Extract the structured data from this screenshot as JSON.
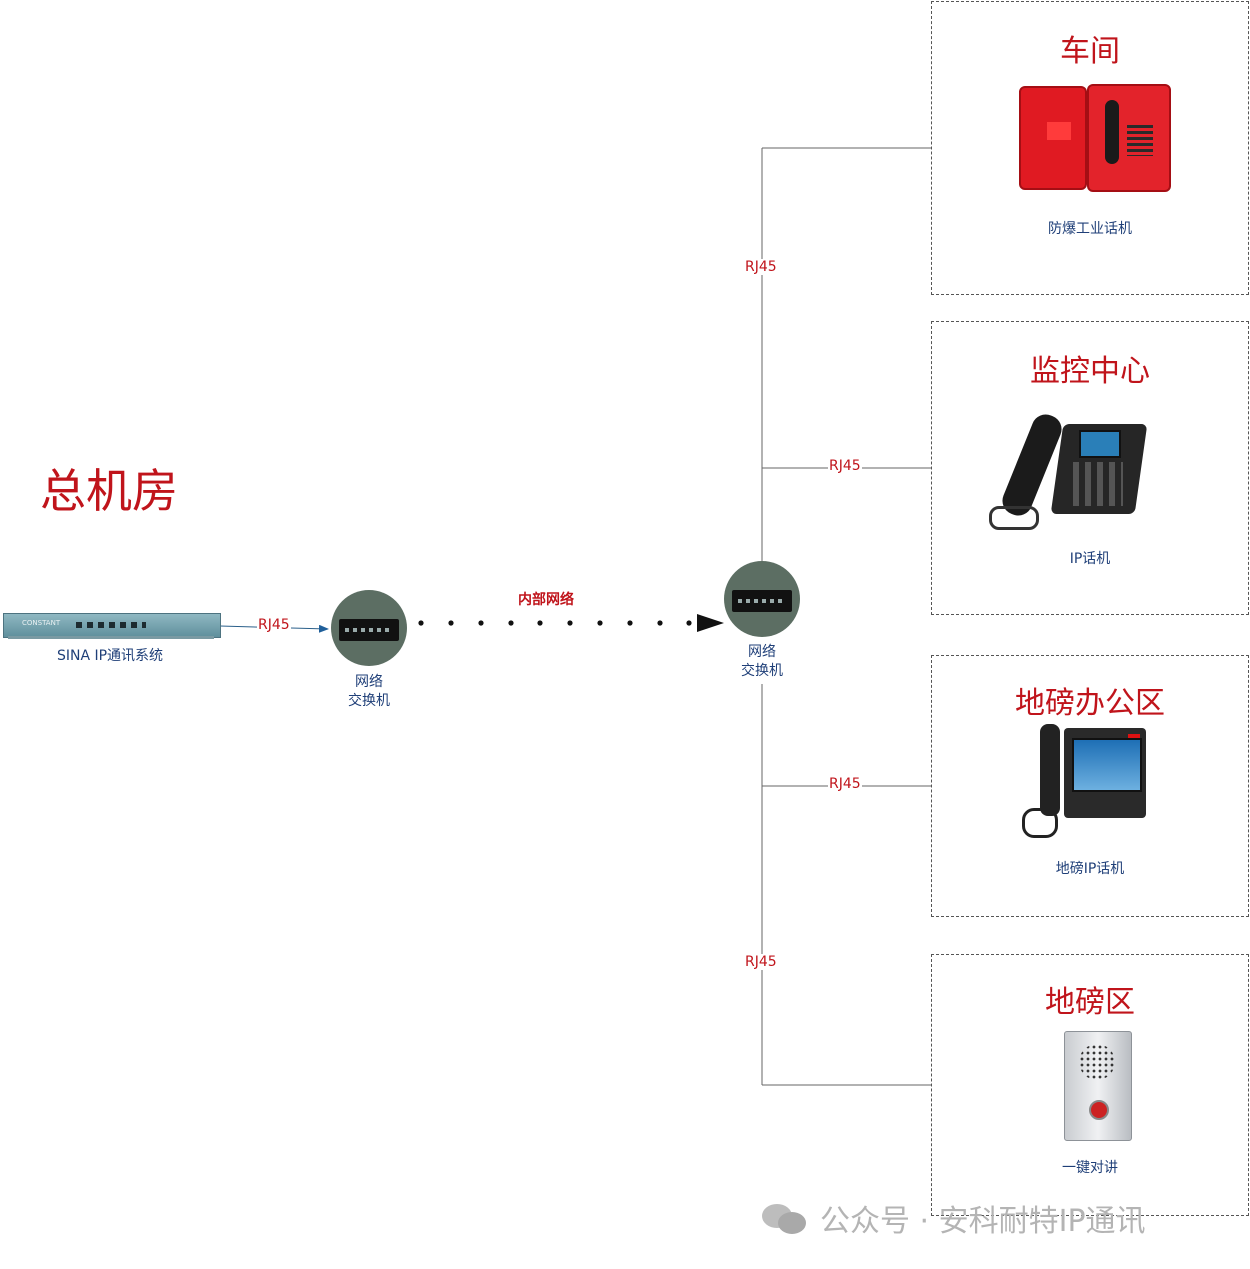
{
  "main_room": {
    "title": "总机房",
    "server_label": "SINA IP通讯系统",
    "server_brand": "CONSTANT"
  },
  "switch_left": {
    "label_line1": "网络",
    "label_line2": "交换机"
  },
  "switch_right": {
    "label_line1": "网络",
    "label_line2": "交换机"
  },
  "link_label": "内部网络",
  "rj45": "RJ45",
  "zones": [
    {
      "title": "车间",
      "device_caption": "防爆工业话机"
    },
    {
      "title": "监控中心",
      "device_caption": "IP话机"
    },
    {
      "title": "地磅办公区",
      "device_caption": "地磅IP话机"
    },
    {
      "title": "地磅区",
      "device_caption": "一键对讲"
    }
  ],
  "watermark": "公众号 · 安科耐特IP通讯",
  "colors": {
    "accent_red": "#c0141b",
    "text_blue": "#1f3f78",
    "line": "#555555"
  }
}
